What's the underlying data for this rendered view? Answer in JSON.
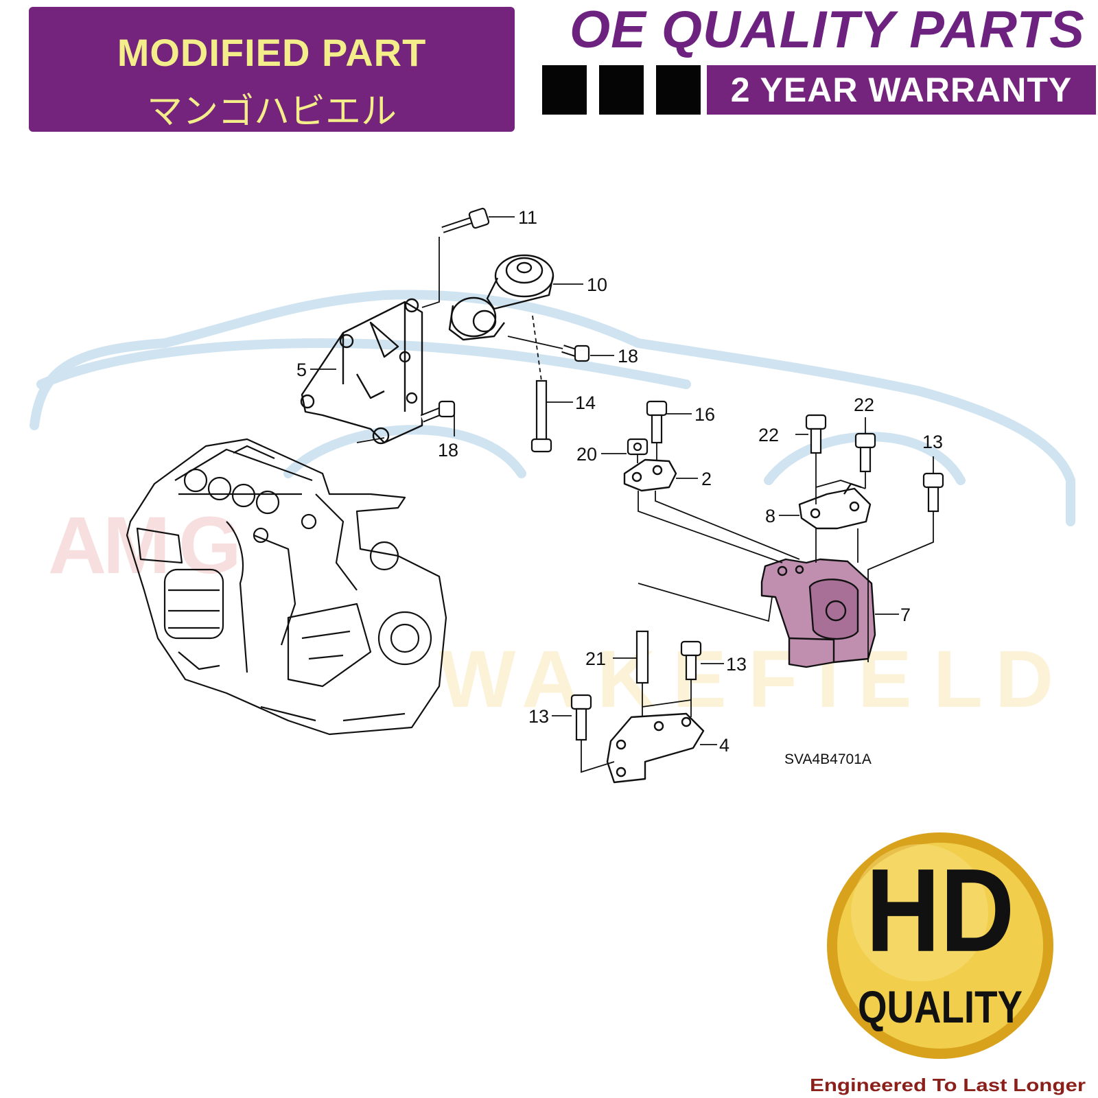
{
  "header": {
    "modified_line1": "MODIFIED PART",
    "modified_line2": "マンゴハビエル",
    "oe_title": "OE QUALITY PARTS",
    "warranty": "2 YEAR WARRANTY"
  },
  "diagram": {
    "code": "SVA4B4701A",
    "callouts": {
      "c11": "11",
      "c10": "10",
      "c18a": "18",
      "c5": "5",
      "c14": "14",
      "c18b": "18",
      "c16": "16",
      "c20": "20",
      "c2": "2",
      "c22a": "22",
      "c22b": "22",
      "c13a": "13",
      "c8": "8",
      "c7": "7",
      "c21": "21",
      "c13b": "13",
      "c13c": "13",
      "c4": "4"
    }
  },
  "badge": {
    "line1": "HD",
    "line2": "QUALITY",
    "tagline": "Engineered To Last Longer"
  },
  "colors": {
    "brand_purple": "#74247c",
    "badge_text": "#f4ee8a",
    "highlight_pink": "#c08fb0",
    "gold": "#e9c43a"
  }
}
